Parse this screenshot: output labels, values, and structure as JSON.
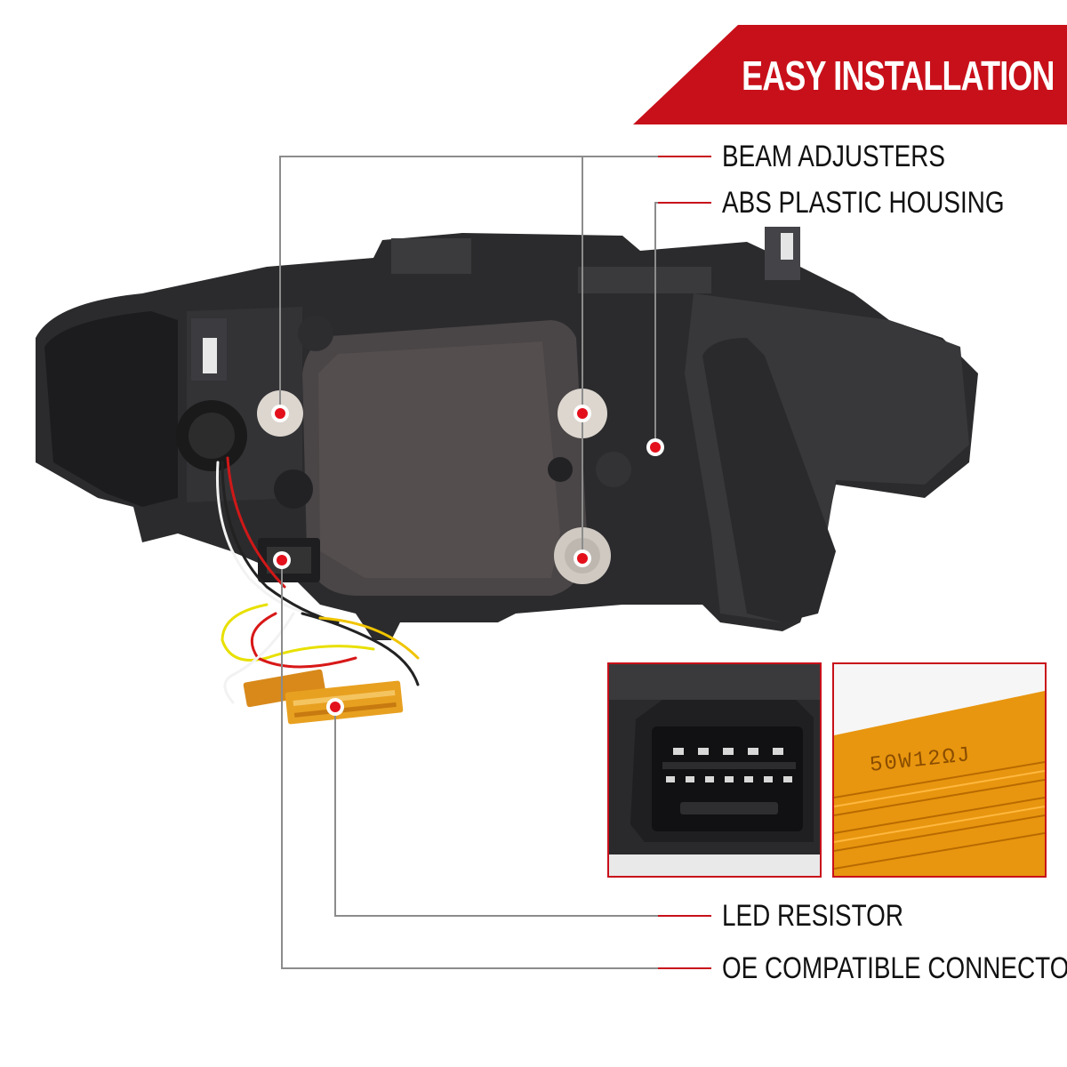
{
  "banner": {
    "text": "EASY INSTALLATION"
  },
  "callouts": {
    "beam_adjusters": "BEAM ADJUSTERS",
    "abs_housing": "ABS PLASTIC HOUSING",
    "led_resistor": "LED RESISTOR",
    "oe_connector": "OE COMPATIBLE CONNECTOR"
  },
  "insets": {
    "resistor_code": "50W12ΩJ"
  },
  "colors": {
    "accent_red": "#c8101a",
    "leader_gray": "#8c8c8c",
    "marker_red": "#e3101c",
    "housing_dark": "#2e2e30",
    "resistor_gold": "#e59a1c"
  }
}
